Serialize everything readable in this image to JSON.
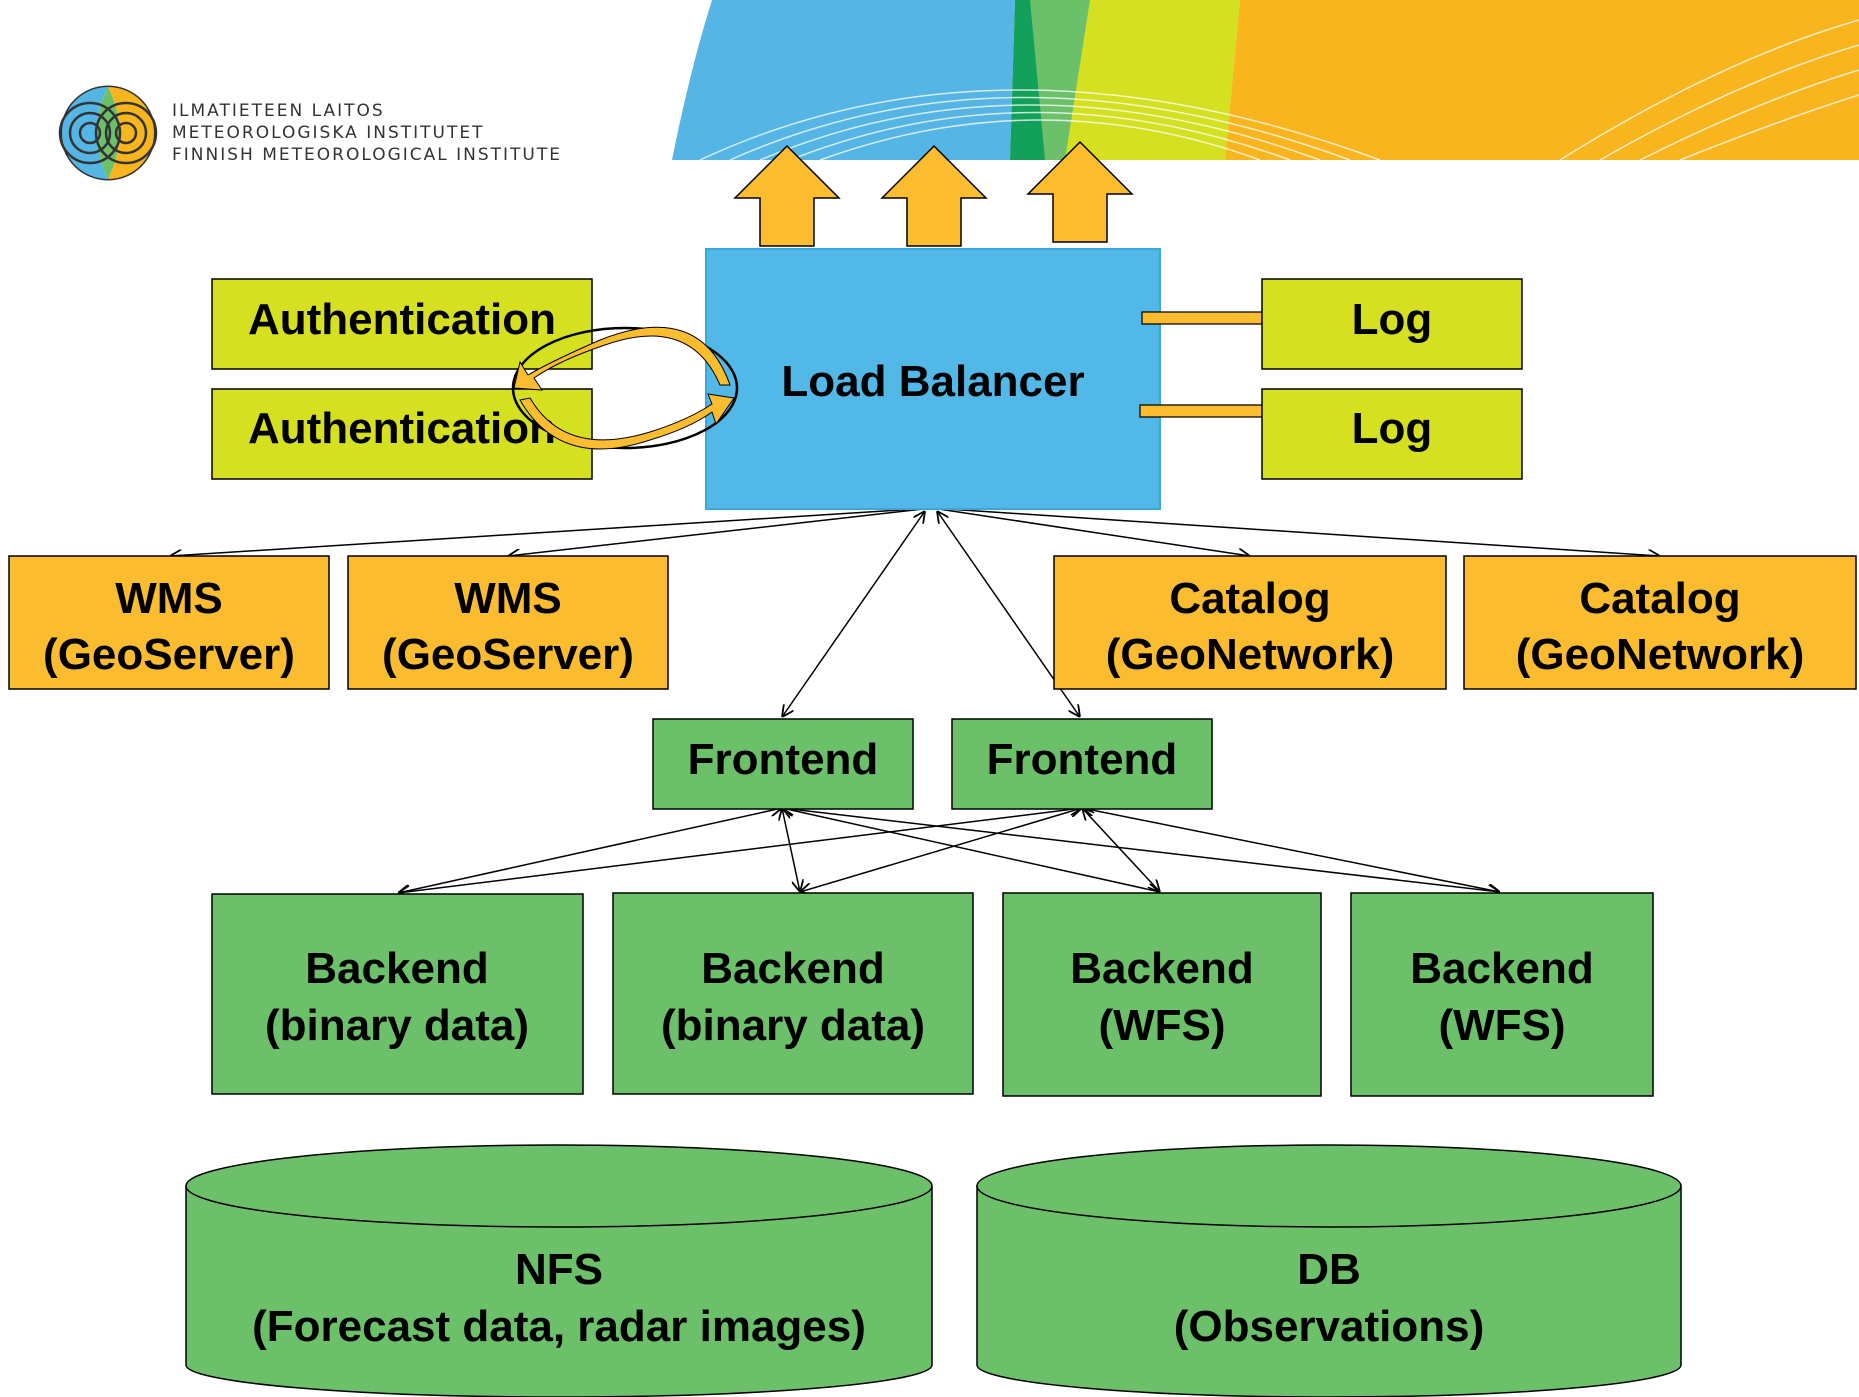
{
  "organization": {
    "line1": "ILMATIETEEN LAITOS",
    "line2": "METEOROLOGISKA INSTITUTET",
    "line3": "FINNISH METEOROLOGICAL INSTITUTE"
  },
  "colors": {
    "yellow_green": "#d4e020",
    "orange": "#fbbc30",
    "blue": "#52b8e8",
    "green": "#6cc06a",
    "banner_blue": "#55b6e6",
    "banner_dark_green": "#12a05a",
    "banner_orange": "#f9b51e"
  },
  "nodes": {
    "auth1": "Authentication",
    "auth2": "Authentication",
    "load_balancer": "Load Balancer",
    "log1": "Log",
    "log2": "Log",
    "wms1": {
      "line1": "WMS",
      "line2": "(GeoServer)"
    },
    "wms2": {
      "line1": "WMS",
      "line2": "(GeoServer)"
    },
    "catalog1": {
      "line1": "Catalog",
      "line2": "(GeoNetwork)"
    },
    "catalog2": {
      "line1": "Catalog",
      "line2": "(GeoNetwork)"
    },
    "frontend1": "Frontend",
    "frontend2": "Frontend",
    "backend1": {
      "line1": "Backend",
      "line2": "(binary data)"
    },
    "backend2": {
      "line1": "Backend",
      "line2": "(binary data)"
    },
    "backend3": {
      "line1": "Backend",
      "line2": "(WFS)"
    },
    "backend4": {
      "line1": "Backend",
      "line2": "(WFS)"
    },
    "nfs": {
      "line1": "NFS",
      "line2": "(Forecast data, radar images)"
    },
    "db": {
      "line1": "DB",
      "line2": "(Observations)"
    }
  }
}
